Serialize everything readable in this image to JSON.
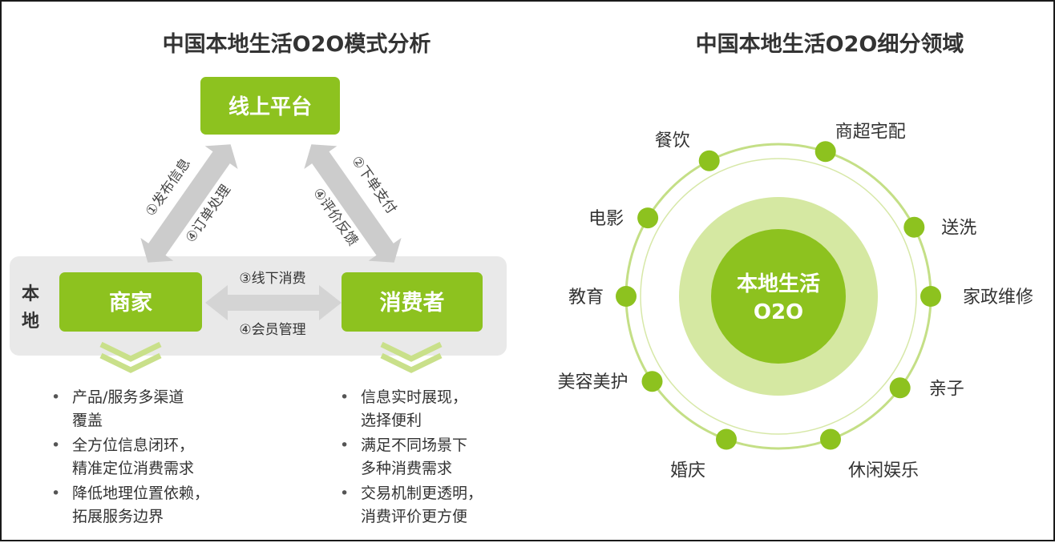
{
  "left": {
    "title": "中国本地生活O2O模式分析",
    "platform": "线上平台",
    "merchant": "商家",
    "consumer": "消费者",
    "local_label": "本地",
    "arrows": {
      "publish_info": "①发布信息",
      "order_processing": "④订单处理",
      "place_order_pay": "②下单支付",
      "rate_feedback": "④评价反馈",
      "offline_consume": "③线下消费",
      "member_management": "④会员管理"
    },
    "merchant_benefits": [
      {
        "line1": "产品/服务多渠道",
        "line2": "覆盖"
      },
      {
        "line1": "全方位信息闭环，",
        "line2": "精准定位消费需求"
      },
      {
        "line1": "降低地理位置依赖，",
        "line2": "拓展服务边界"
      }
    ],
    "consumer_benefits": [
      {
        "line1": "信息实时展现，",
        "line2": "选择便利"
      },
      {
        "line1": "满足不同场景下",
        "line2": "多种消费需求"
      },
      {
        "line1": "交易机制更透明，",
        "line2": "消费评价更方便"
      }
    ]
  },
  "right": {
    "title": "中国本地生活O2O细分领域",
    "center_line1": "本地生活",
    "center_line2": "O2O",
    "segments": [
      "餐饮",
      "商超宅配",
      "送洗",
      "家政维修",
      "亲子",
      "休闲娱乐",
      "婚庆",
      "美容美护",
      "教育",
      "电影"
    ]
  },
  "colors": {
    "green": "#8dc21f",
    "light_green": "#d7e8a8",
    "ring_green": "#c4df86",
    "gray_band": "#e9e9e9",
    "gray_arrow": "#cccccc",
    "chevron_green": "#c9e08a"
  }
}
